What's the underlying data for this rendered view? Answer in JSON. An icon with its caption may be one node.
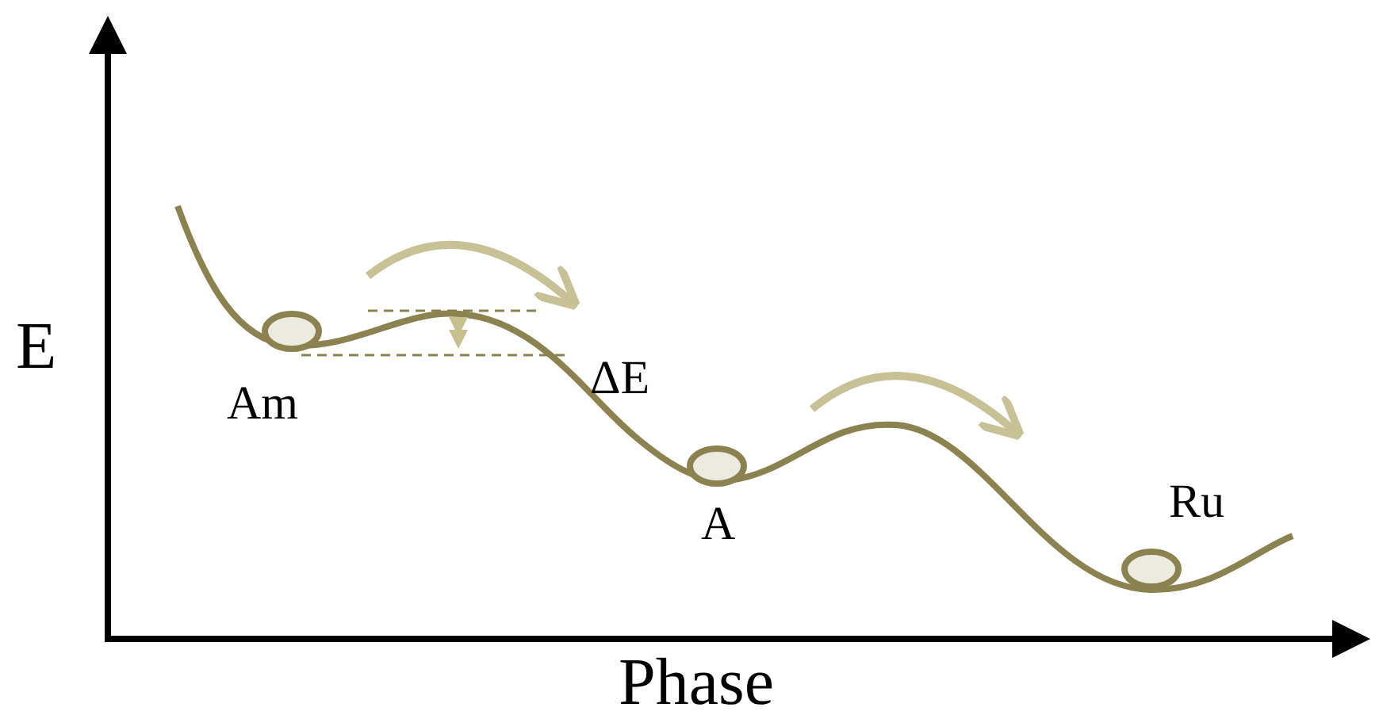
{
  "diagram": {
    "nodes": [
      {
        "text": [],
        "shape": "circle",
        "beside": [
          "Am"
        ]
      },
      {
        "text": [],
        "shape": "circle",
        "beside": [
          "A"
        ]
      },
      {
        "text": [],
        "shape": "circle",
        "beside": [
          "Ru"
        ]
      }
    ],
    "labels": [
      "E",
      "Phase",
      "ΔE"
    ]
  }
}
